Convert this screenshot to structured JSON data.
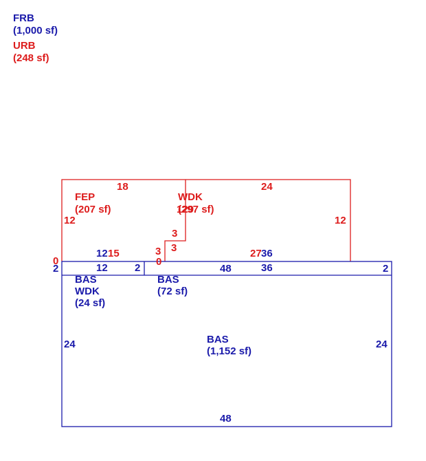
{
  "legend": {
    "frb_code": "FRB",
    "frb_area": "(1,000 sf)",
    "urb_code": "URB",
    "urb_area": "(248 sf)"
  },
  "areas": {
    "fep": {
      "code": "FEP",
      "area": "(207 sf)"
    },
    "wdk_upper": {
      "code": "WDK",
      "area": "(297 sf)",
      "overlap": "129"
    },
    "bas_wdk": {
      "code1": "BAS",
      "code2": "WDK",
      "area": "(24 sf)"
    },
    "bas_small": {
      "code": "BAS",
      "area": "(72 sf)"
    },
    "bas_main": {
      "code": "BAS",
      "area": "(1,152 sf)"
    }
  },
  "dimensions": {
    "red": {
      "fep_top": "18",
      "wdk_top": "24",
      "fep_left": "12",
      "wdk_right": "12",
      "step_vertical": "3",
      "fep_bottom_15": "15",
      "step_left_3": "3",
      "step_right_3": "3",
      "zero_mid": "0",
      "wdk_bottom_27": "27",
      "zero_left": "0"
    },
    "blue": {
      "top_12": "12",
      "strip_12": "12",
      "strip_2": "2",
      "left_2": "2",
      "top_48": "48",
      "top_36": "36",
      "strip_36": "36",
      "right_2": "2",
      "left_24": "24",
      "right_24": "24",
      "bottom_48": "48"
    }
  }
}
